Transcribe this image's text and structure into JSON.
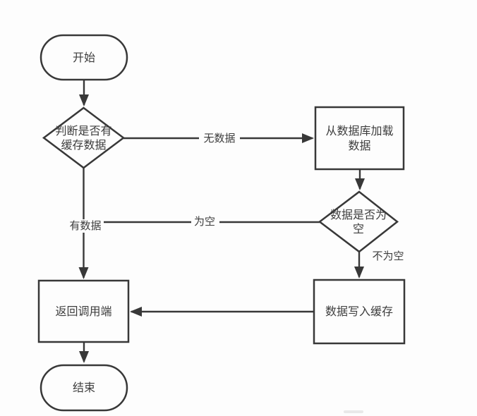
{
  "diagram": {
    "colors": {
      "stroke": "#383838",
      "text": "#3d3d3d",
      "background": "#fdfdfd"
    },
    "nodes": {
      "start": {
        "type": "terminator",
        "label": "开始"
      },
      "check_cache": {
        "type": "decision",
        "lines": [
          "判断是否有",
          "缓存数据"
        ]
      },
      "load_db": {
        "type": "process",
        "lines": [
          "从数据库加载",
          "数据"
        ]
      },
      "check_empty": {
        "type": "decision",
        "lines": [
          "数据是否为",
          "空"
        ]
      },
      "write_cache": {
        "type": "process",
        "label": "数据写入缓存"
      },
      "return_caller": {
        "type": "process",
        "label": "返回调用端"
      },
      "end": {
        "type": "terminator",
        "label": "结束"
      }
    },
    "edge_labels": {
      "no_data": "无数据",
      "has_data": "有数据",
      "empty": "为空",
      "not_empty": "不为空"
    }
  }
}
